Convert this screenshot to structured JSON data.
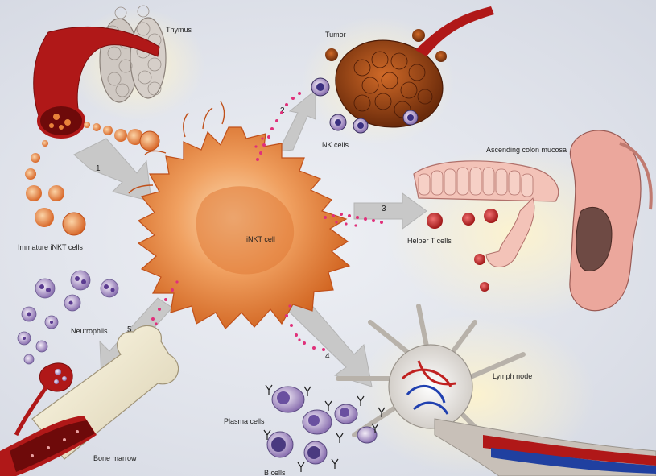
{
  "labels": {
    "thymus": "Thymus",
    "tumor": "Tumor",
    "nk_cells": "NK cells",
    "ascending_colon": "Ascending colon mucosa",
    "helper_t": "Helper T cells",
    "immature_inkt": "Immature iNKT cells",
    "inkt_cell": "iNKT cell",
    "neutrophils": "Neutrophils",
    "lymph_node": "Lymph node",
    "plasma_cells": "Plasma cells",
    "b_cells": "B cells",
    "bone_marrow": "Bone marrow"
  },
  "arrows": {
    "a1": "1",
    "a2": "2",
    "a3": "3",
    "a4": "4",
    "a5": "5"
  },
  "colors": {
    "cell_orange": "#e8823a",
    "vessel_red": "#b01818",
    "granule_pink": "#e0307a",
    "tumor_brown": "#8a3a12",
    "colon_pink": "#f0b8b0",
    "arrow_gray": "#c8c8c8"
  }
}
